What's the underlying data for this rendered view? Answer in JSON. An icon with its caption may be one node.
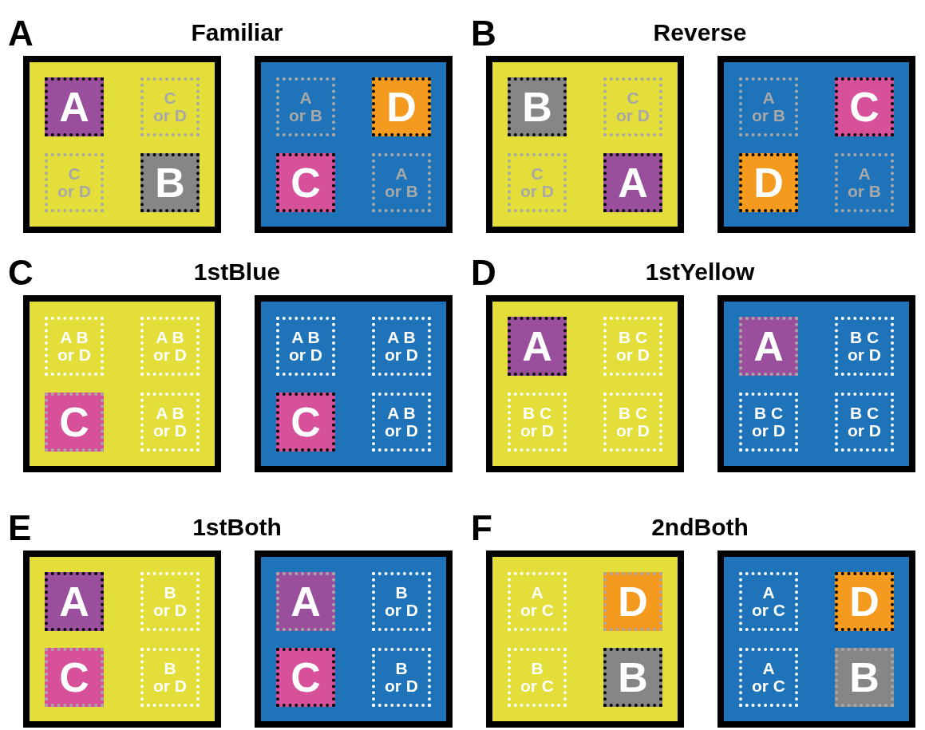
{
  "diagram": {
    "nodes": [
      {
        "text": [],
        "shape": "box"
      },
      {
        "text": [
          "A"
        ],
        "in": 0
      },
      {
        "text": [
          "C or D"
        ],
        "in": 0
      },
      {
        "text": [
          "C or D"
        ],
        "in": 0
      },
      {
        "text": [
          "B"
        ],
        "in": 0
      },
      {
        "text": [],
        "shape": "box"
      },
      {
        "text": [
          "A or B"
        ],
        "in": 5
      },
      {
        "text": [
          "D"
        ],
        "in": 5
      },
      {
        "text": [
          "C"
        ],
        "in": 5
      },
      {
        "text": [
          "A or B"
        ],
        "in": 5
      },
      {
        "text": [],
        "shape": "box"
      },
      {
        "text": [
          "B"
        ],
        "in": 10
      },
      {
        "text": [
          "C or D"
        ],
        "in": 10
      },
      {
        "text": [
          "C or D"
        ],
        "in": 10
      },
      {
        "text": [
          "A"
        ],
        "in": 10
      },
      {
        "text": [],
        "shape": "box"
      },
      {
        "text": [
          "A or B"
        ],
        "in": 15
      },
      {
        "text": [
          "C"
        ],
        "in": 15
      },
      {
        "text": [
          "D"
        ],
        "in": 15
      },
      {
        "text": [
          "A or B"
        ],
        "in": 15
      },
      {
        "text": [],
        "shape": "box"
      },
      {
        "text": [
          "A B or D"
        ],
        "in": 20
      },
      {
        "text": [
          "A B or D"
        ],
        "in": 20
      },
      {
        "text": [
          "C"
        ],
        "in": 20
      },
      {
        "text": [
          "A B or D"
        ],
        "in": 20
      },
      {
        "text": [],
        "shape": "box"
      },
      {
        "text": [
          "A B or D"
        ],
        "in": 25
      },
      {
        "text": [
          "A B or D"
        ],
        "in": 25
      },
      {
        "text": [
          "C"
        ],
        "in": 25
      },
      {
        "text": [
          "A B or D"
        ],
        "in": 25
      },
      {
        "text": [],
        "shape": "box"
      },
      {
        "text": [
          "A"
        ],
        "in": 30
      },
      {
        "text": [
          "B C or D"
        ],
        "in": 30
      },
      {
        "text": [
          "B C or D"
        ],
        "in": 30
      },
      {
        "text": [
          "B C or D"
        ],
        "in": 30
      },
      {
        "text": [],
        "shape": "box"
      },
      {
        "text": [
          "A"
        ],
        "in": 35
      },
      {
        "text": [
          "B C or D"
        ],
        "in": 35
      },
      {
        "text": [
          "B C or D"
        ],
        "in": 35
      },
      {
        "text": [
          "B C or D"
        ],
        "in": 35
      },
      {
        "text": [],
        "shape": "box"
      },
      {
        "text": [
          "A"
        ],
        "in": 40
      },
      {
        "text": [
          "B or D"
        ],
        "in": 40
      },
      {
        "text": [
          "C"
        ],
        "in": 40
      },
      {
        "text": [
          "B or D"
        ],
        "in": 40
      },
      {
        "text": [],
        "shape": "box"
      },
      {
        "text": [
          "A"
        ],
        "in": 45
      },
      {
        "text": [
          "B or D"
        ],
        "in": 45
      },
      {
        "text": [
          "C"
        ],
        "in": 45
      },
      {
        "text": [
          "B or D"
        ],
        "in": 45
      },
      {
        "text": [],
        "shape": "box"
      },
      {
        "text": [
          "A or C"
        ],
        "in": 50
      },
      {
        "text": [
          "D"
        ],
        "in": 50
      },
      {
        "text": [
          "B or C"
        ],
        "in": 50
      },
      {
        "text": [
          "B"
        ],
        "in": 50
      },
      {
        "text": [],
        "shape": "box"
      },
      {
        "text": [
          "A or C"
        ],
        "in": 55
      },
      {
        "text": [
          "D"
        ],
        "in": 55
      },
      {
        "text": [
          "A or C"
        ],
        "in": 55
      },
      {
        "text": [
          "B"
        ],
        "in": 55
      }
    ],
    "labels": [
      "A",
      "Familiar",
      "B",
      "Reverse",
      "C",
      "1stBlue",
      "D",
      "1stYellow",
      "E",
      "1stBoth",
      "F",
      "2ndBoth"
    ]
  }
}
